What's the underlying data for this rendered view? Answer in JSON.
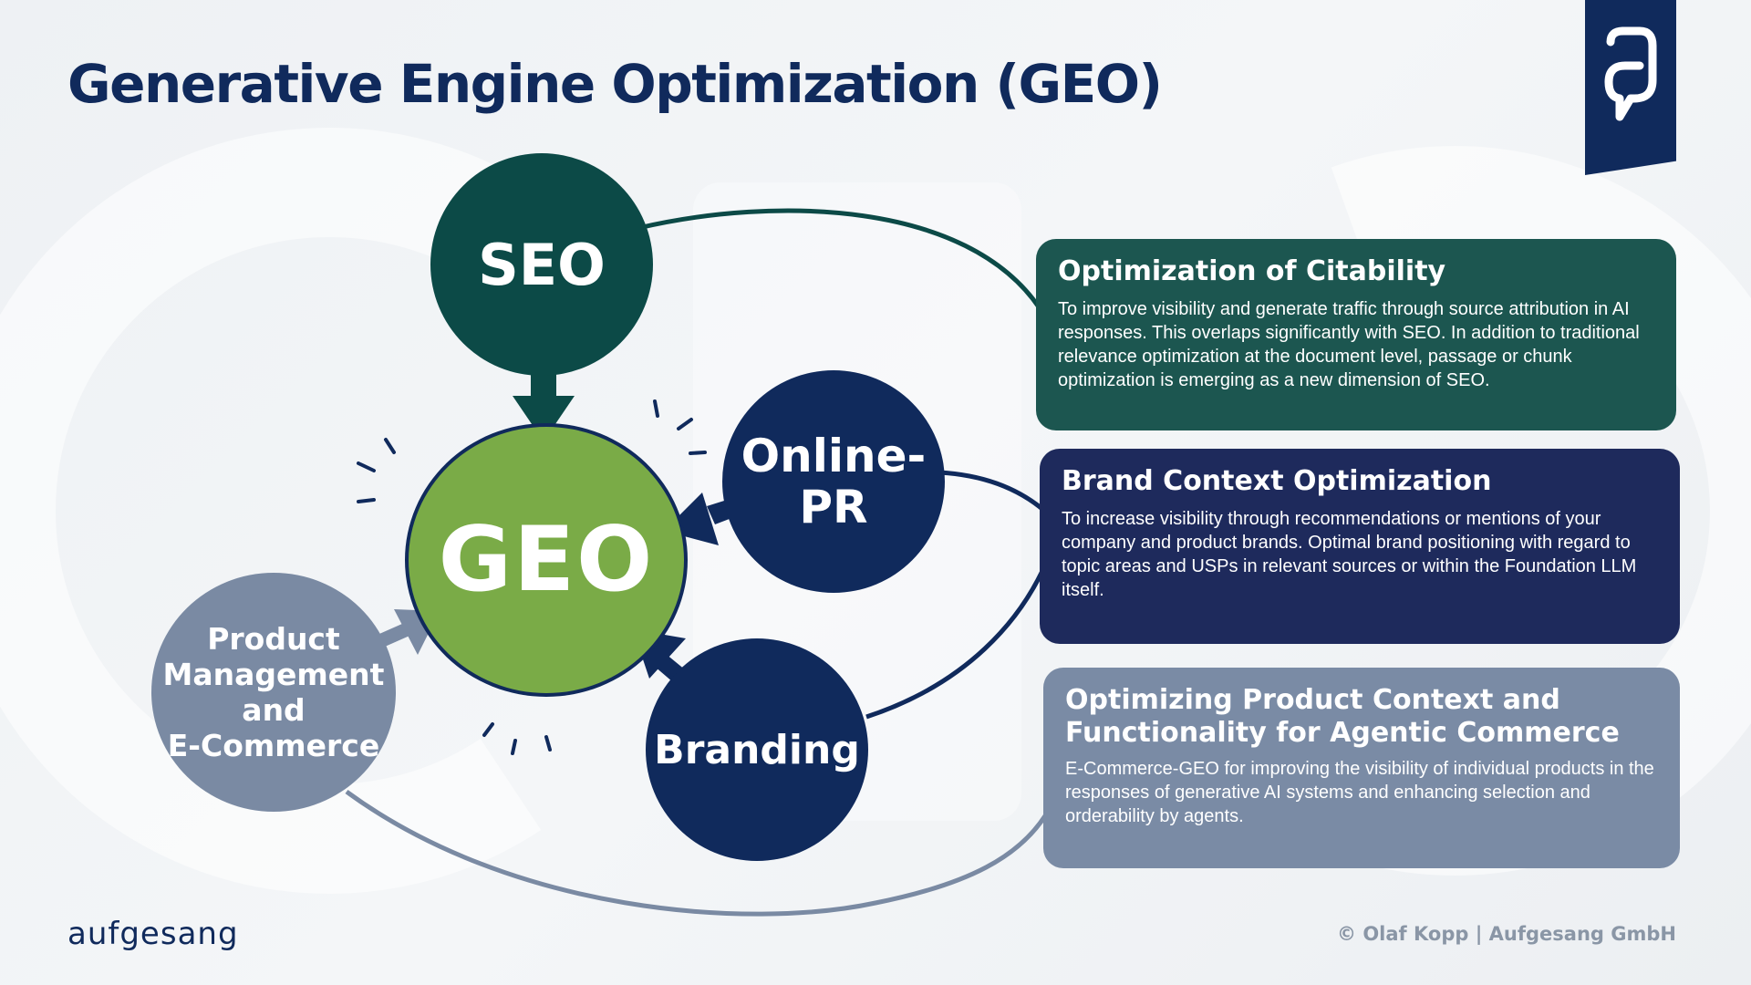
{
  "title": "Generative Engine Optimization (GEO)",
  "colors": {
    "navy": "#102a5c",
    "dark_teal": "#0c4a47",
    "green": "#7aab47",
    "slate": "#7a8aa3",
    "card_teal": "#1c5650",
    "card_navy": "#1e2a5c",
    "card_slate": "#7a8ba5"
  },
  "nodes": {
    "seo": "SEO",
    "geo": "GEO",
    "online_pr": "Online-\nPR",
    "branding": "Branding",
    "product": "Product\nManagement\nand\nE-Commerce"
  },
  "cards": {
    "citability": {
      "title": "Optimization of Citability",
      "text": "To improve visibility and generate traffic through source attribution in AI responses. This overlaps significantly with SEO. In addition to traditional relevance optimization at the document level, passage or chunk optimization is emerging as a new dimension of SEO."
    },
    "brand_context": {
      "title": "Brand Context Optimization",
      "text": "To increase visibility through recommendations or mentions of your company and product brands. Optimal brand positioning with regard to topic areas and USPs in relevant sources or within the Foundation LLM itself."
    },
    "product_context": {
      "title": "Optimizing Product Context and Functionality for Agentic Commerce",
      "text": "E-Commerce-GEO for improving the visibility of individual products in the responses of generative AI systems and enhancing selection and orderability by agents."
    }
  },
  "footer": {
    "brand": "aufgesang",
    "copyright": "© Olaf Kopp | Aufgesang GmbH"
  }
}
